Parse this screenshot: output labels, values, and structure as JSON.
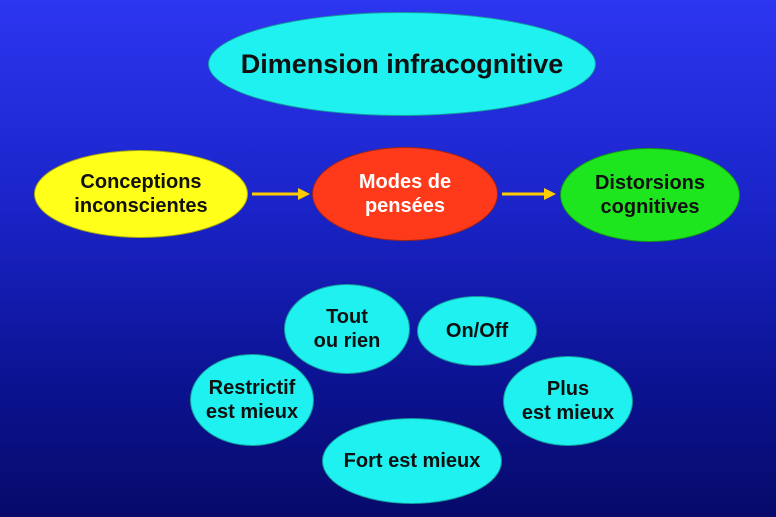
{
  "title": "Dimension infracognitive",
  "colors": {
    "cyan": "#1ff0f0",
    "yellow": "#ffff1a",
    "red": "#ff3a1a",
    "green": "#1ee61e",
    "arrow": "#ffcc00"
  },
  "flow": {
    "conceptions": "Conceptions\ninconscientes",
    "modes": "Modes de\npensées",
    "distorsions": "Distorsions\ncognitives"
  },
  "modes": {
    "tout_ou_rien": "Tout\nou rien",
    "on_off": "On/Off",
    "restrictif": "Restrictif\nest mieux",
    "plus": "Plus\nest mieux",
    "fort": "Fort est mieux"
  }
}
